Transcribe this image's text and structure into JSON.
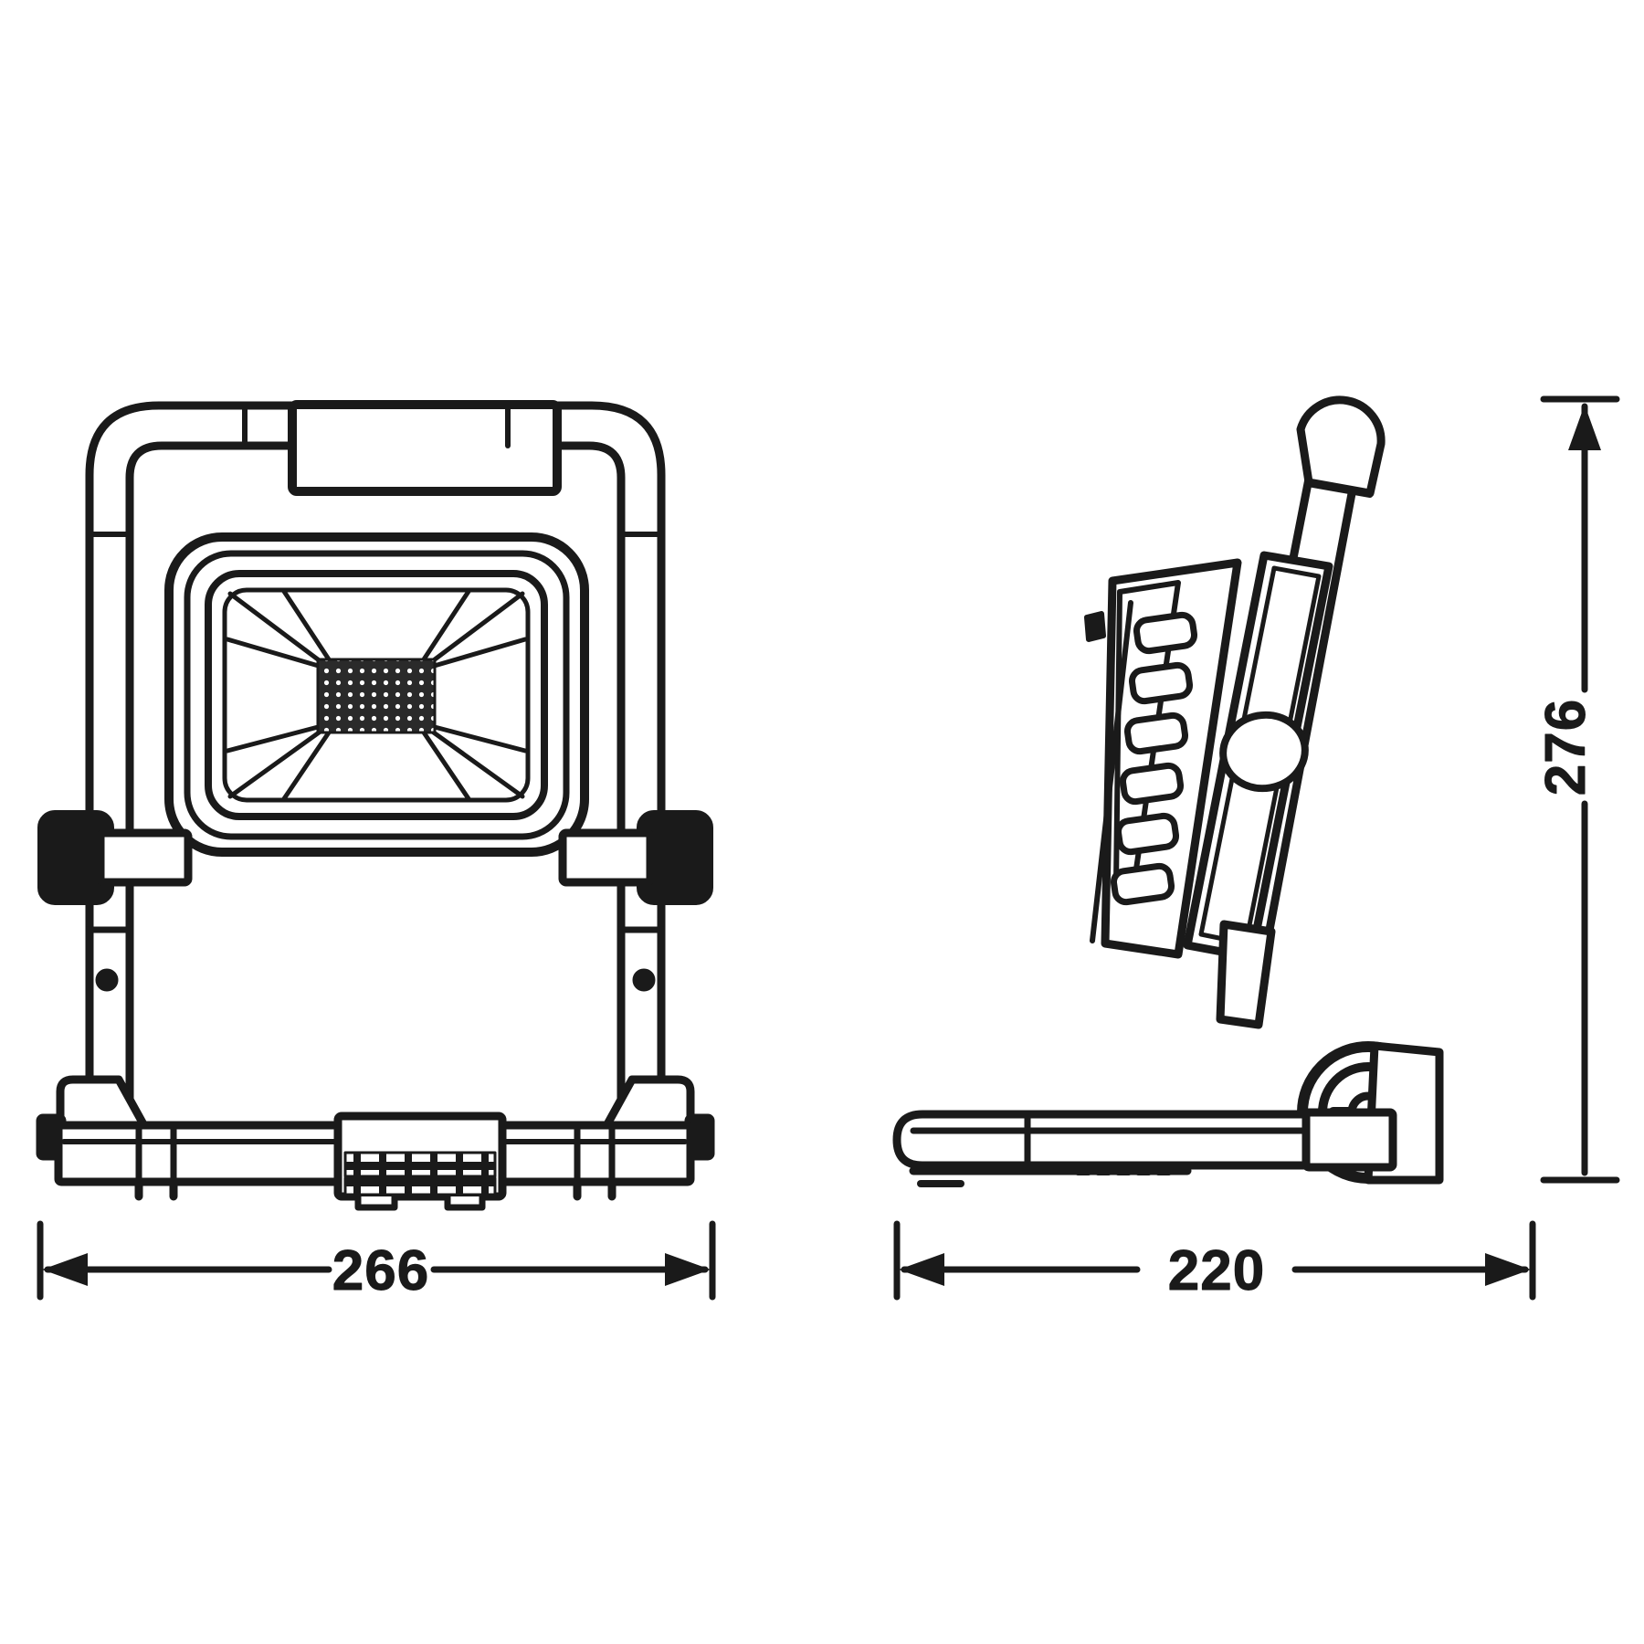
{
  "drawing": {
    "title": "LED work light technical dimension drawing",
    "background_color": "#ffffff",
    "line_color": "#1a1a1a",
    "fill_color": "#ffffff",
    "units": "mm"
  },
  "views": {
    "front": {
      "name": "front-view",
      "label": "Front view of folding LED work light with carry handle, stand frame and base bar"
    },
    "side": {
      "name": "side-view",
      "label": "Side view of folding LED work light showing tilt hinge and cooling fins"
    }
  },
  "dimensions": {
    "width_front": {
      "value": "266",
      "orientation": "horizontal",
      "view": "front"
    },
    "width_side": {
      "value": "220",
      "orientation": "horizontal",
      "view": "side"
    },
    "height_side": {
      "value": "276",
      "orientation": "vertical-rotated",
      "view": "side"
    }
  },
  "components": {
    "carry_handle": "carry-handle",
    "handle_grip": "handle-grip-sleeve",
    "frame_left_leg": "frame-left-leg",
    "frame_right_leg": "frame-right-leg",
    "lamp_housing": "lamp-housing",
    "lens_panel": "lens-panel",
    "led_array": "led-array-mesh",
    "tilt_knob_left": "tilt-knob-left",
    "tilt_knob_right": "tilt-knob-right",
    "base_bar": "base-bar",
    "control_module": "control-module",
    "hinge_pivot": "hinge-pivot",
    "cooling_fins": "cooling-fins",
    "power_button": "power-button"
  }
}
